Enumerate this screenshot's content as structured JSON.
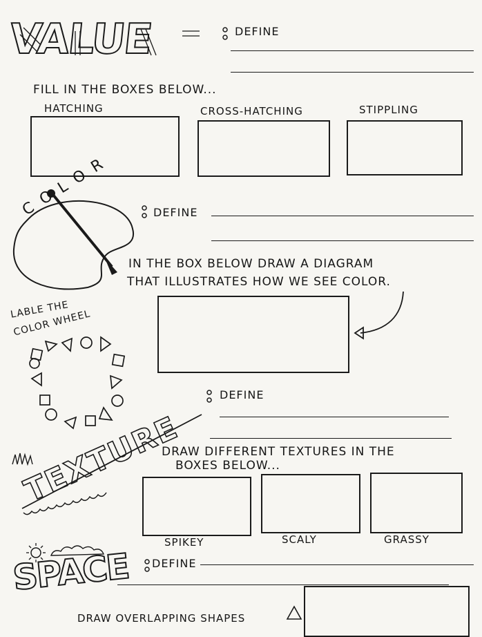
{
  "value": {
    "title": "VALUE",
    "define_label": "DEFINE",
    "instruction": "FILL IN THE BOXES BELOW...",
    "boxes": [
      "HATCHING",
      "CROSS-HATCHING",
      "STIPPLING"
    ]
  },
  "color": {
    "title": "COLOR",
    "define_label": "DEFINE",
    "instruction_line1": "IN THE BOX BELOW DRAW A DIAGRAM",
    "instruction_line2": "THAT ILLUSTRATES HOW WE SEE COLOR.",
    "wheel_line1": "LABLE THE",
    "wheel_line2": "COLOR WHEEL"
  },
  "texture": {
    "title": "TEXTURE",
    "define_label": "DEFINE",
    "instruction_line1": "DRAW DIFFERENT TEXTURES IN THE",
    "instruction_line2": "BOXES BELOW...",
    "boxes": [
      "SPIKEY",
      "SCALY",
      "GRASSY"
    ]
  },
  "space": {
    "title": "SPACE",
    "define_label": "DEFINE",
    "instruction_partial": "DRAW OVERLAPPING SHAPES"
  }
}
